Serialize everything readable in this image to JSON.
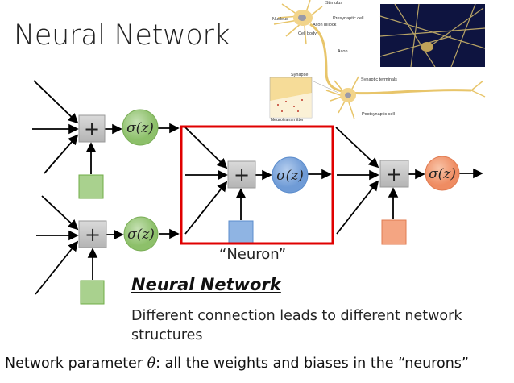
{
  "slide": {
    "title": "Neural Network",
    "neuron_caption": "“Neuron”",
    "section_heading": "Neural Network",
    "description": "Different connection leads to different network structures",
    "param_prefix": "Network parameter ",
    "param_symbol": "θ",
    "param_suffix": ": all the weights and biases in the “neurons”"
  },
  "diagram": {
    "sum_symbol": "+",
    "activation": "σ(z)",
    "colors": {
      "layer1": "#a9d18e",
      "neuron": "#8fb4e3",
      "output": "#f4a582",
      "highlight": "#e00000",
      "sum_box": "#c8c8c8"
    }
  },
  "illustration": {
    "labels": [
      "Stimulus",
      "Nucleus",
      "Presynaptic cell",
      "Axon hillock",
      "Cell body",
      "Axon",
      "Synapse",
      "Synaptic terminals",
      "Neurotransmitter",
      "Postsynaptic cell"
    ]
  }
}
